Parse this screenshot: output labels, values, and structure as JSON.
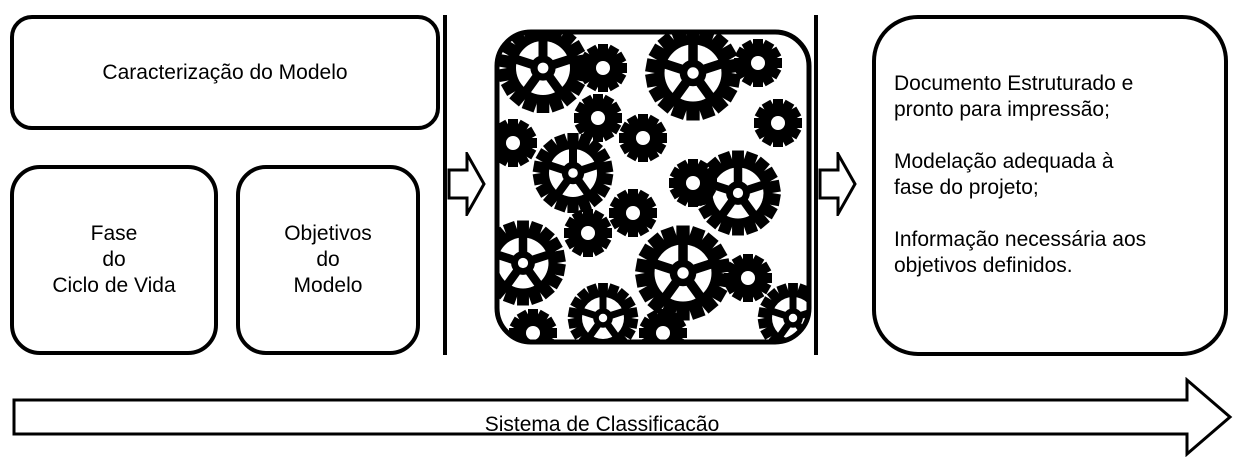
{
  "caracterizacao": {
    "title": "Caracterização do Modelo"
  },
  "fase": {
    "lines": [
      "Fase",
      "do",
      "Ciclo de Vida"
    ]
  },
  "objetivos": {
    "lines": [
      "Objetivos",
      "do",
      "Modelo"
    ]
  },
  "outputs": {
    "items": [
      {
        "lines": [
          "Documento Estruturado e",
          "pronto para impressão;"
        ]
      },
      {
        "lines": [
          "Modelação adequada à",
          "fase do projeto;"
        ]
      },
      {
        "lines": [
          "Informação necessária aos",
          "objetivos definidos."
        ]
      }
    ]
  },
  "classification": {
    "label": "Sistema de Classificacão"
  },
  "icons": {
    "process": "gears-icon",
    "flow": "right-arrow-icon"
  }
}
